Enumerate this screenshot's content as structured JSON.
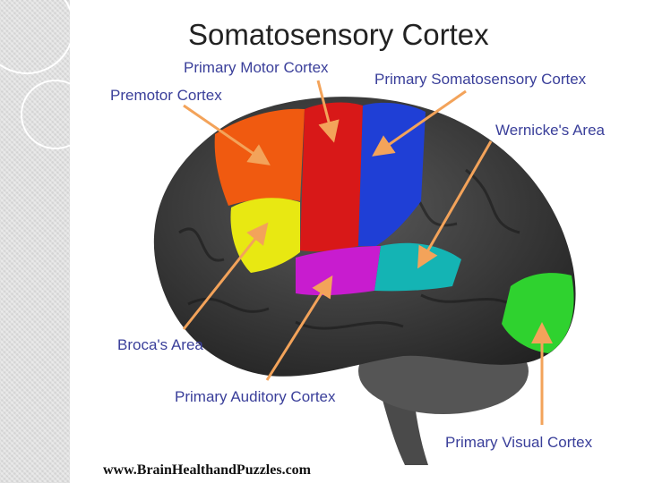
{
  "slide": {
    "title": "Somatosensory Cortex",
    "credit": "www.BrainHealthandPuzzles.com"
  },
  "labels": {
    "primary_motor": "Primary Motor Cortex",
    "primary_somatosensory": "Primary Somatosensory Cortex",
    "premotor": "Premotor Cortex",
    "wernicke": "Wernicke's Area",
    "broca": "Broca's Area",
    "auditory": "Primary Auditory Cortex",
    "visual": "Primary Visual Cortex"
  },
  "colors": {
    "label_text": "#3a3f9a",
    "arrow": "#f3a35a",
    "brain": "#3b3b3b",
    "premotor": "#f05a10",
    "primary_motor": "#d81818",
    "primary_somatosensory": "#1f3fd6",
    "broca": "#e8e812",
    "auditory": "#c81ccf",
    "wernicke": "#14b4b4",
    "visual": "#2fd22f"
  }
}
